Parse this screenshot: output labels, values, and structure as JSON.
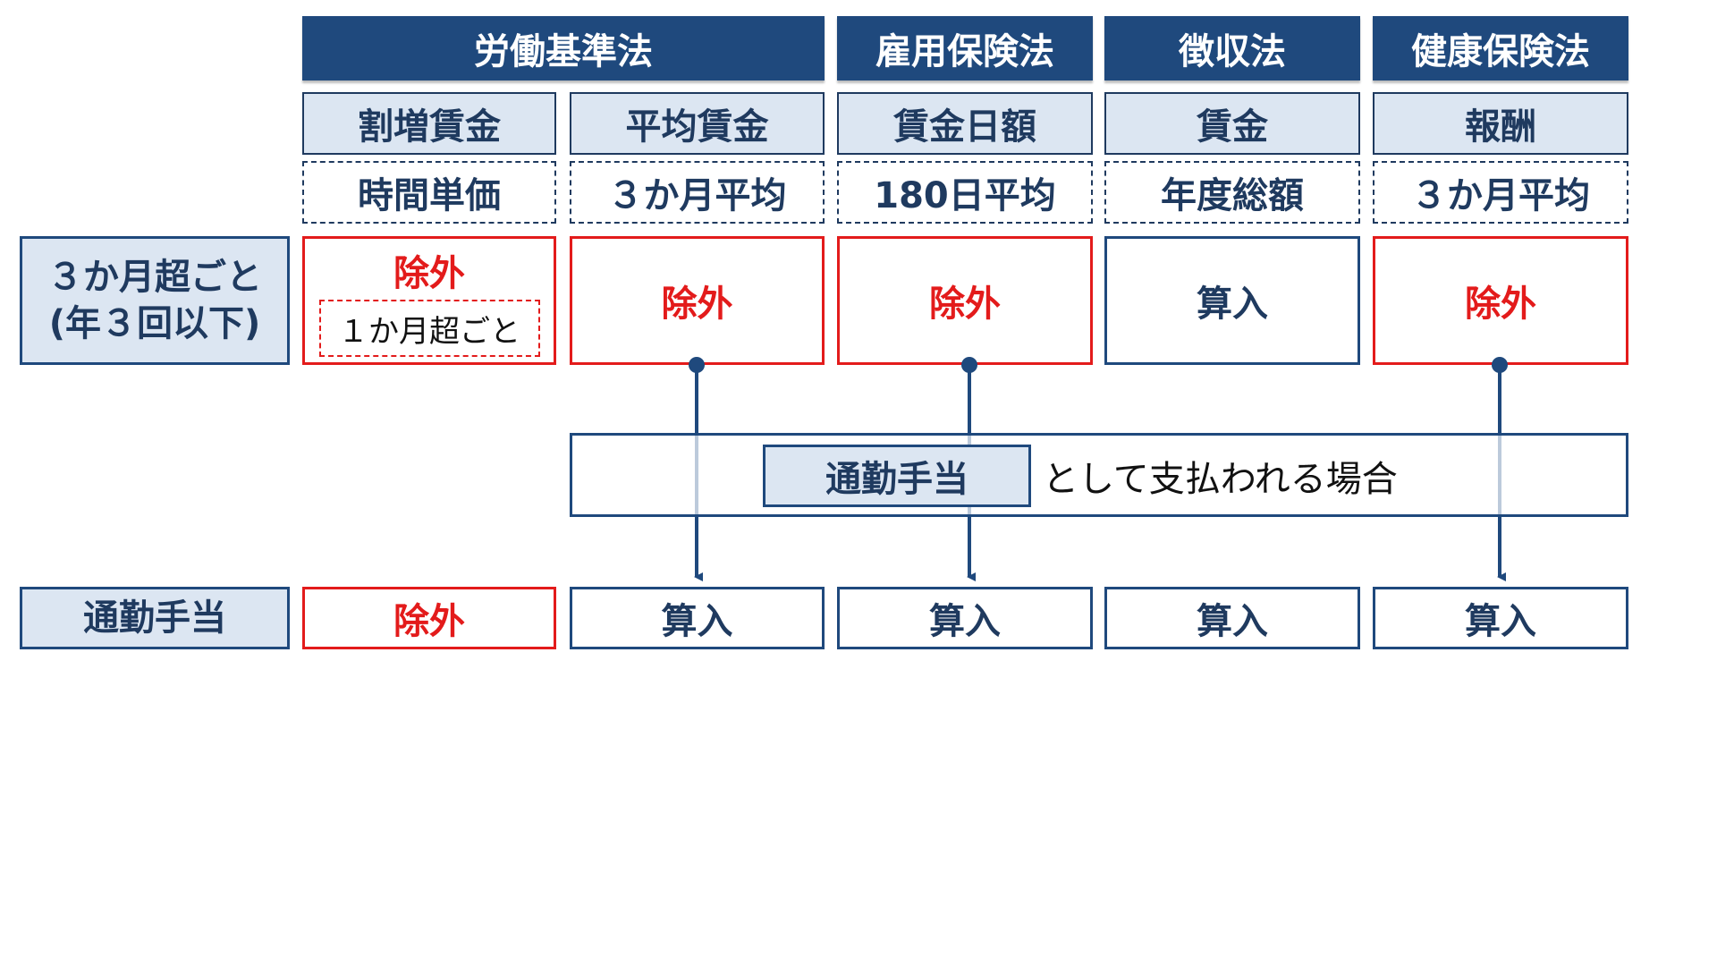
{
  "laws": {
    "labor_standards": "労働基準法",
    "employment_insurance": "雇用保険法",
    "collection": "徴収法",
    "health_insurance": "健康保険法"
  },
  "wage_types": [
    "割増賃金",
    "平均賃金",
    "賃金日額",
    "賃金",
    "報酬"
  ],
  "bases": [
    "時間単価",
    "３か月平均",
    "180日平均",
    "年度総額",
    "３か月平均"
  ],
  "row_bonus": {
    "label_line1": "３か月超ごと",
    "label_line2": "(年３回以下)",
    "cells": [
      "除外",
      "除外",
      "除外",
      "算入",
      "除外"
    ],
    "cell0_note": "１か月超ごと"
  },
  "condition": {
    "label": "通勤手当",
    "text": "として支払われる場合"
  },
  "row_commute": {
    "label": "通勤手当",
    "cells": [
      "除外",
      "算入",
      "算入",
      "算入",
      "算入"
    ]
  },
  "colors": {
    "navy": "#1f497d",
    "light_blue": "#dce6f2",
    "red": "#e31b1b"
  }
}
